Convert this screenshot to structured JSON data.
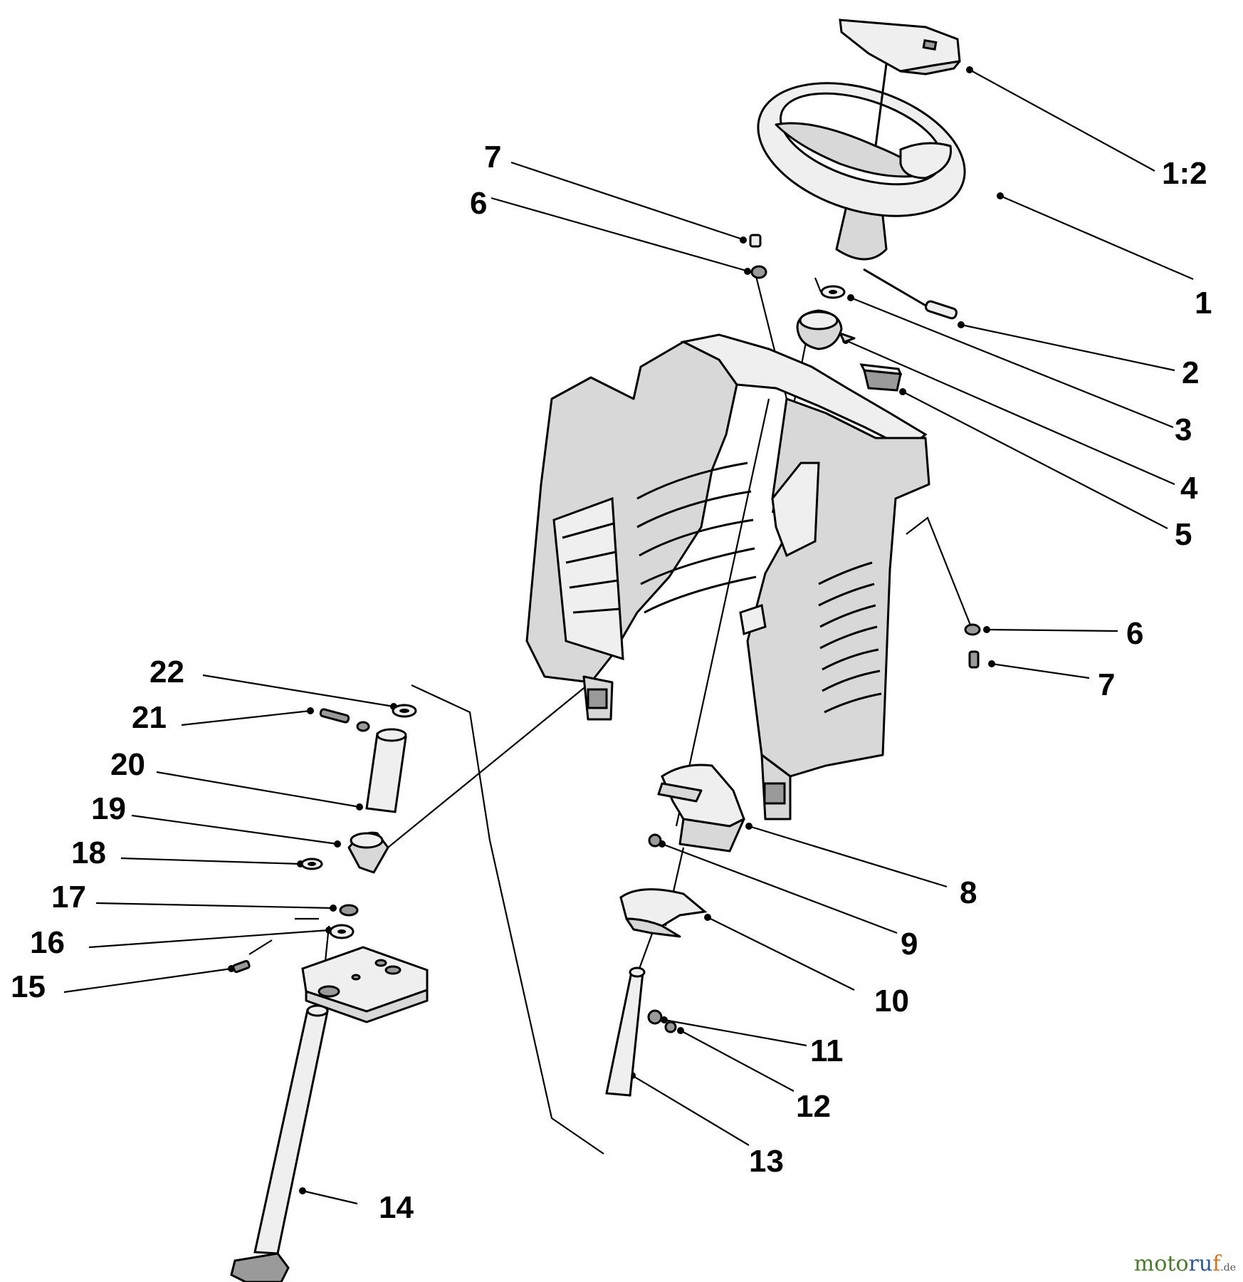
{
  "diagram": {
    "callouts": [
      {
        "id": "c-1-2",
        "label": "1:2"
      },
      {
        "id": "c-1",
        "label": "1"
      },
      {
        "id": "c-2",
        "label": "2"
      },
      {
        "id": "c-3",
        "label": "3"
      },
      {
        "id": "c-4",
        "label": "4"
      },
      {
        "id": "c-5",
        "label": "5"
      },
      {
        "id": "c-6a",
        "label": "6"
      },
      {
        "id": "c-7a",
        "label": "7"
      },
      {
        "id": "c-6b",
        "label": "6"
      },
      {
        "id": "c-7b",
        "label": "7"
      },
      {
        "id": "c-8",
        "label": "8"
      },
      {
        "id": "c-9",
        "label": "9"
      },
      {
        "id": "c-10",
        "label": "10"
      },
      {
        "id": "c-11",
        "label": "11"
      },
      {
        "id": "c-12",
        "label": "12"
      },
      {
        "id": "c-13",
        "label": "13"
      },
      {
        "id": "c-14",
        "label": "14"
      },
      {
        "id": "c-15",
        "label": "15"
      },
      {
        "id": "c-16",
        "label": "16"
      },
      {
        "id": "c-17",
        "label": "17"
      },
      {
        "id": "c-18",
        "label": "18"
      },
      {
        "id": "c-19",
        "label": "19"
      },
      {
        "id": "c-20",
        "label": "20"
      },
      {
        "id": "c-21",
        "label": "21"
      },
      {
        "id": "c-22",
        "label": "22"
      }
    ],
    "parts": [
      "steering-wheel-cap",
      "steering-wheel",
      "roll-pin",
      "washer",
      "bushing-housing",
      "switch",
      "screw",
      "lock-washer",
      "steering-tower-shroud",
      "cover-bracket",
      "nut",
      "cover",
      "bolt",
      "lock-nut",
      "shaft",
      "steering-shaft",
      "flange-bolt",
      "bushing",
      "spacer",
      "bearing",
      "bracket",
      "pivot-tube",
      "fastener",
      "mounting-plate"
    ]
  },
  "watermark": {
    "brand_a": "moto",
    "brand_b": "ru",
    "brand_c": "f",
    "tld": ".de"
  }
}
